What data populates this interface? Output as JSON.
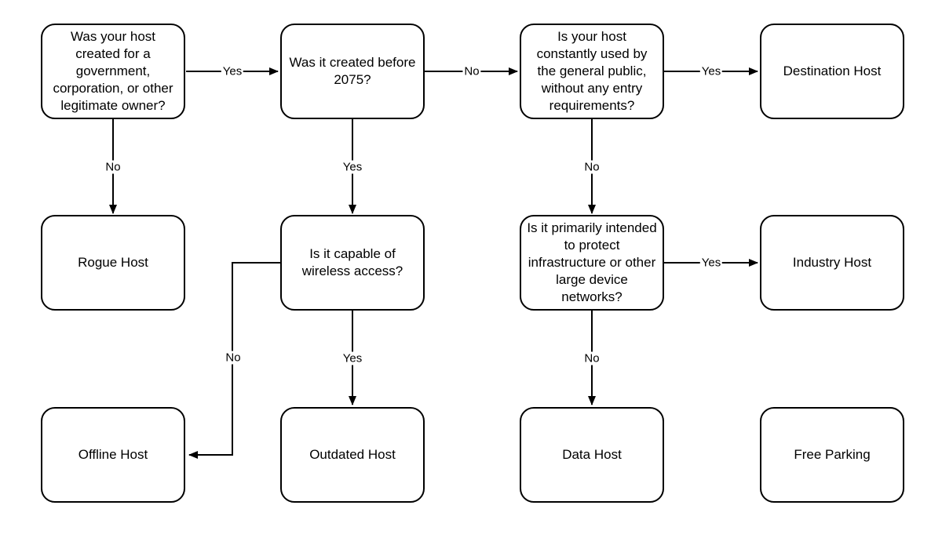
{
  "diagram": {
    "background_color": "#ffffff",
    "stroke_color": "#000000",
    "nodes": {
      "legitimate_owner": {
        "label": "Was your host\ncreated for a\ngovernment,\ncorporation, or other\nlegitimate owner?"
      },
      "created_before_2075": {
        "label": "Was it created before\n2075?"
      },
      "general_public": {
        "label": "Is your host\nconstantly used by\nthe general public,\nwithout any entry\nrequirements?"
      },
      "destination_host": {
        "label": "Destination Host"
      },
      "rogue_host": {
        "label": "Rogue Host"
      },
      "wireless_access": {
        "label": "Is it capable of\nwireless access?"
      },
      "protect_infrastructure": {
        "label": "Is it primarily intended\nto protect\ninfrastructure or other\nlarge device\nnetworks?"
      },
      "industry_host": {
        "label": "Industry Host"
      },
      "offline_host": {
        "label": "Offline Host"
      },
      "outdated_host": {
        "label": "Outdated Host"
      },
      "data_host": {
        "label": "Data Host"
      },
      "free_parking": {
        "label": "Free Parking"
      }
    },
    "edge_labels": {
      "owner_yes": "Yes",
      "owner_no": "No",
      "before2075_no": "No",
      "before2075_yes": "Yes",
      "public_yes": "Yes",
      "public_no": "No",
      "wireless_yes": "Yes",
      "wireless_no": "No",
      "infra_yes": "Yes",
      "infra_no": "No"
    }
  }
}
